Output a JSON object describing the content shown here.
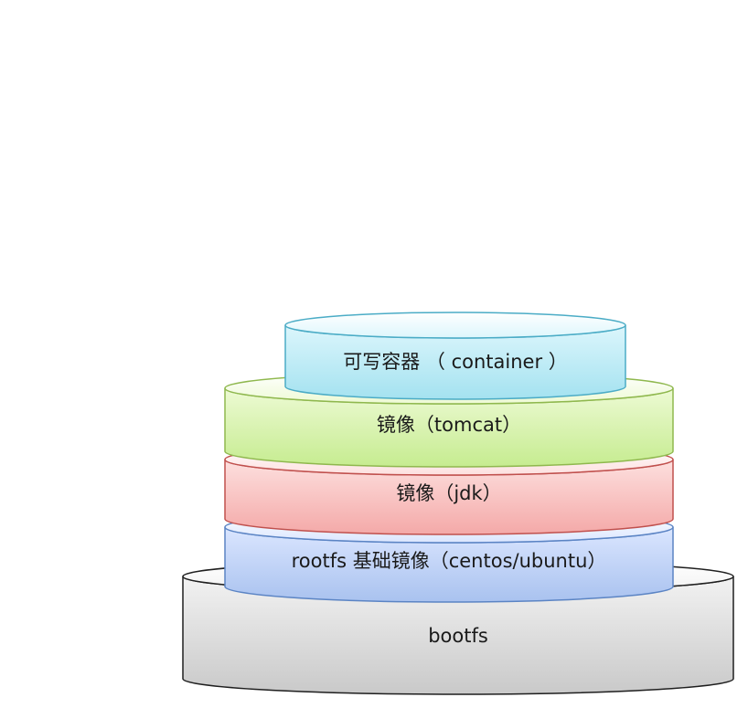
{
  "layers": [
    {
      "id": "bootfs",
      "label": "bootfs",
      "fill_top": "#f2f2f2",
      "fill_bottom": "#c9c9c9",
      "stroke": "#1f1f1f"
    },
    {
      "id": "rootfs",
      "label": "rootfs 基础镜像（centos/ubuntu）",
      "fill_top": "#dbe6ff",
      "fill_bottom": "#a9c2ef",
      "stroke": "#5b84c4"
    },
    {
      "id": "jdk",
      "label": "镜像（jdk）",
      "fill_top": "#fde0df",
      "fill_bottom": "#f4a9a8",
      "stroke": "#c0504d"
    },
    {
      "id": "tomcat",
      "label": "镜像（tomcat）",
      "fill_top": "#edfad4",
      "fill_bottom": "#c6ec90",
      "stroke": "#8fb84e"
    },
    {
      "id": "container",
      "label": "可写容器 （ container ）",
      "fill_top": "#dcf6fc",
      "fill_bottom": "#a4e2f0",
      "stroke": "#4bacc6"
    }
  ]
}
